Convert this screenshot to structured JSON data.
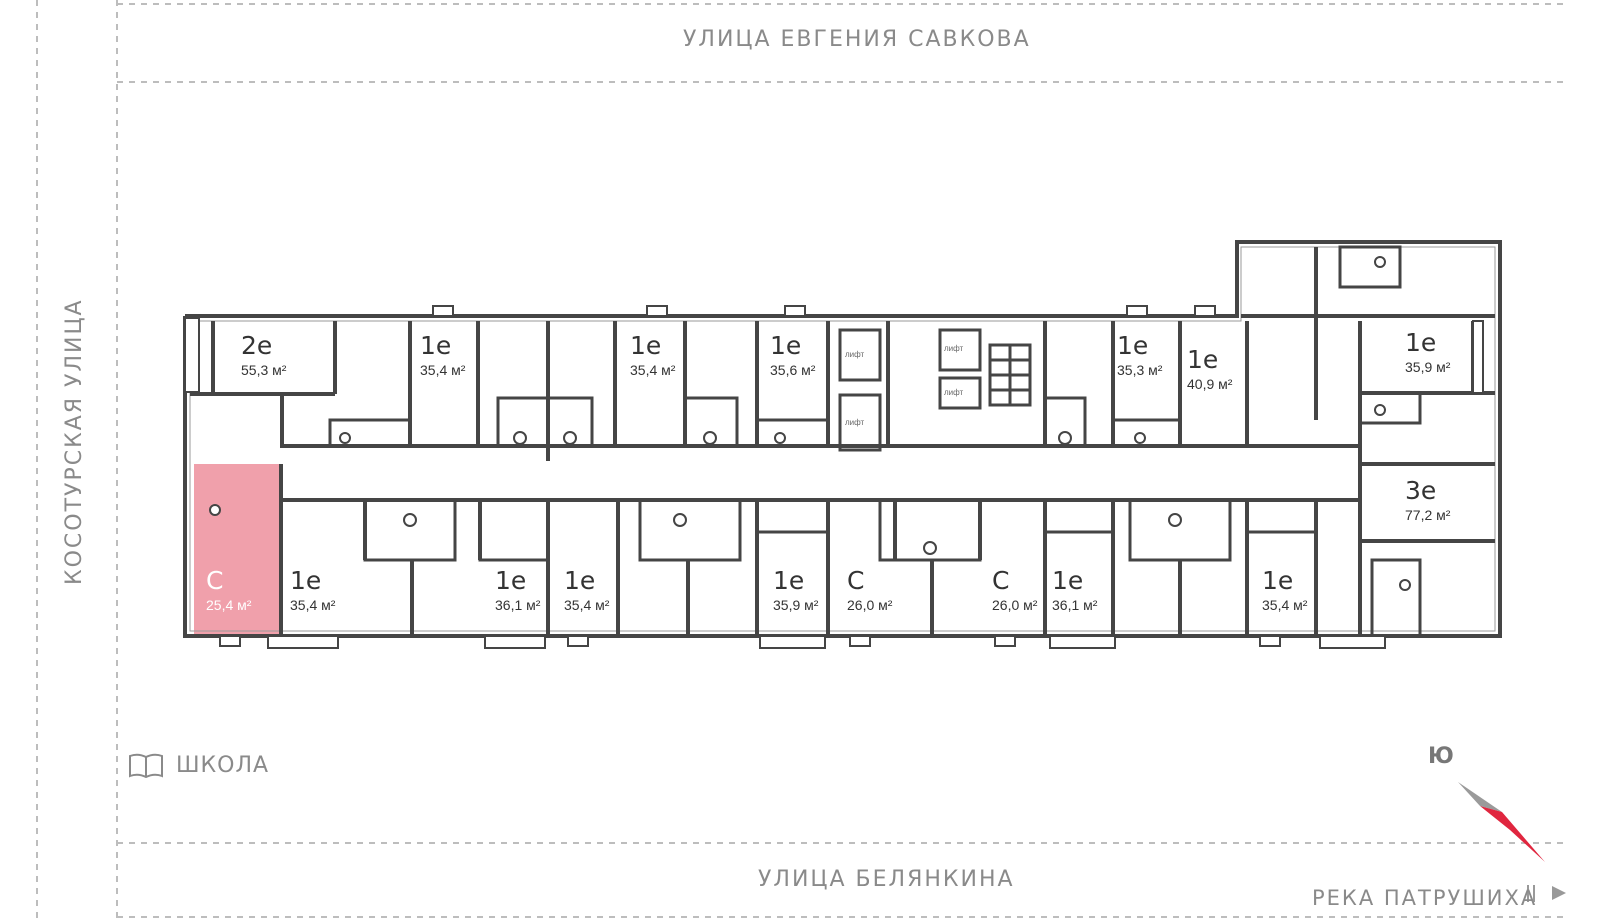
{
  "streets": {
    "top": "УЛИЦА  ЕВГЕНИЯ  САВКОВА",
    "bottom": "УЛИЦА  БЕЛЯНКИНА",
    "left": "КОСОТУРСКАЯ  УЛИЦА",
    "right": "РЕКА  ПАТРУШИХА"
  },
  "school": {
    "label": "ШКОЛА",
    "icon": "book-icon"
  },
  "compass": {
    "north_label": "Ю",
    "accent_color": "#e0263f"
  },
  "selected_color": "#f0a0ab",
  "lift_label": "лифт",
  "apartments": [
    {
      "id": "a1",
      "type": "2е",
      "area": "55,3 м²"
    },
    {
      "id": "a2",
      "type": "1е",
      "area": "35,4 м²"
    },
    {
      "id": "a3",
      "type": "1е",
      "area": "35,4 м²"
    },
    {
      "id": "a4",
      "type": "1е",
      "area": "35,6 м²"
    },
    {
      "id": "a5",
      "type": "1е",
      "area": "35,3 м²"
    },
    {
      "id": "a6",
      "type": "1е",
      "area": "40,9 м²"
    },
    {
      "id": "a7",
      "type": "1е",
      "area": "35,9 м²"
    },
    {
      "id": "a8",
      "type": "3е",
      "area": "77,2 м²"
    },
    {
      "id": "a9",
      "type": "С",
      "area": "25,4 м²",
      "selected": true
    },
    {
      "id": "a10",
      "type": "1е",
      "area": "35,4 м²"
    },
    {
      "id": "a11",
      "type": "1е",
      "area": "36,1 м²"
    },
    {
      "id": "a12",
      "type": "1е",
      "area": "35,4 м²"
    },
    {
      "id": "a13",
      "type": "1е",
      "area": "35,9 м²"
    },
    {
      "id": "a14",
      "type": "С",
      "area": "26,0 м²"
    },
    {
      "id": "a15",
      "type": "С",
      "area": "26,0 м²"
    },
    {
      "id": "a16",
      "type": "1е",
      "area": "36,1 м²"
    },
    {
      "id": "a17",
      "type": "1е",
      "area": "35,4 м²"
    }
  ]
}
